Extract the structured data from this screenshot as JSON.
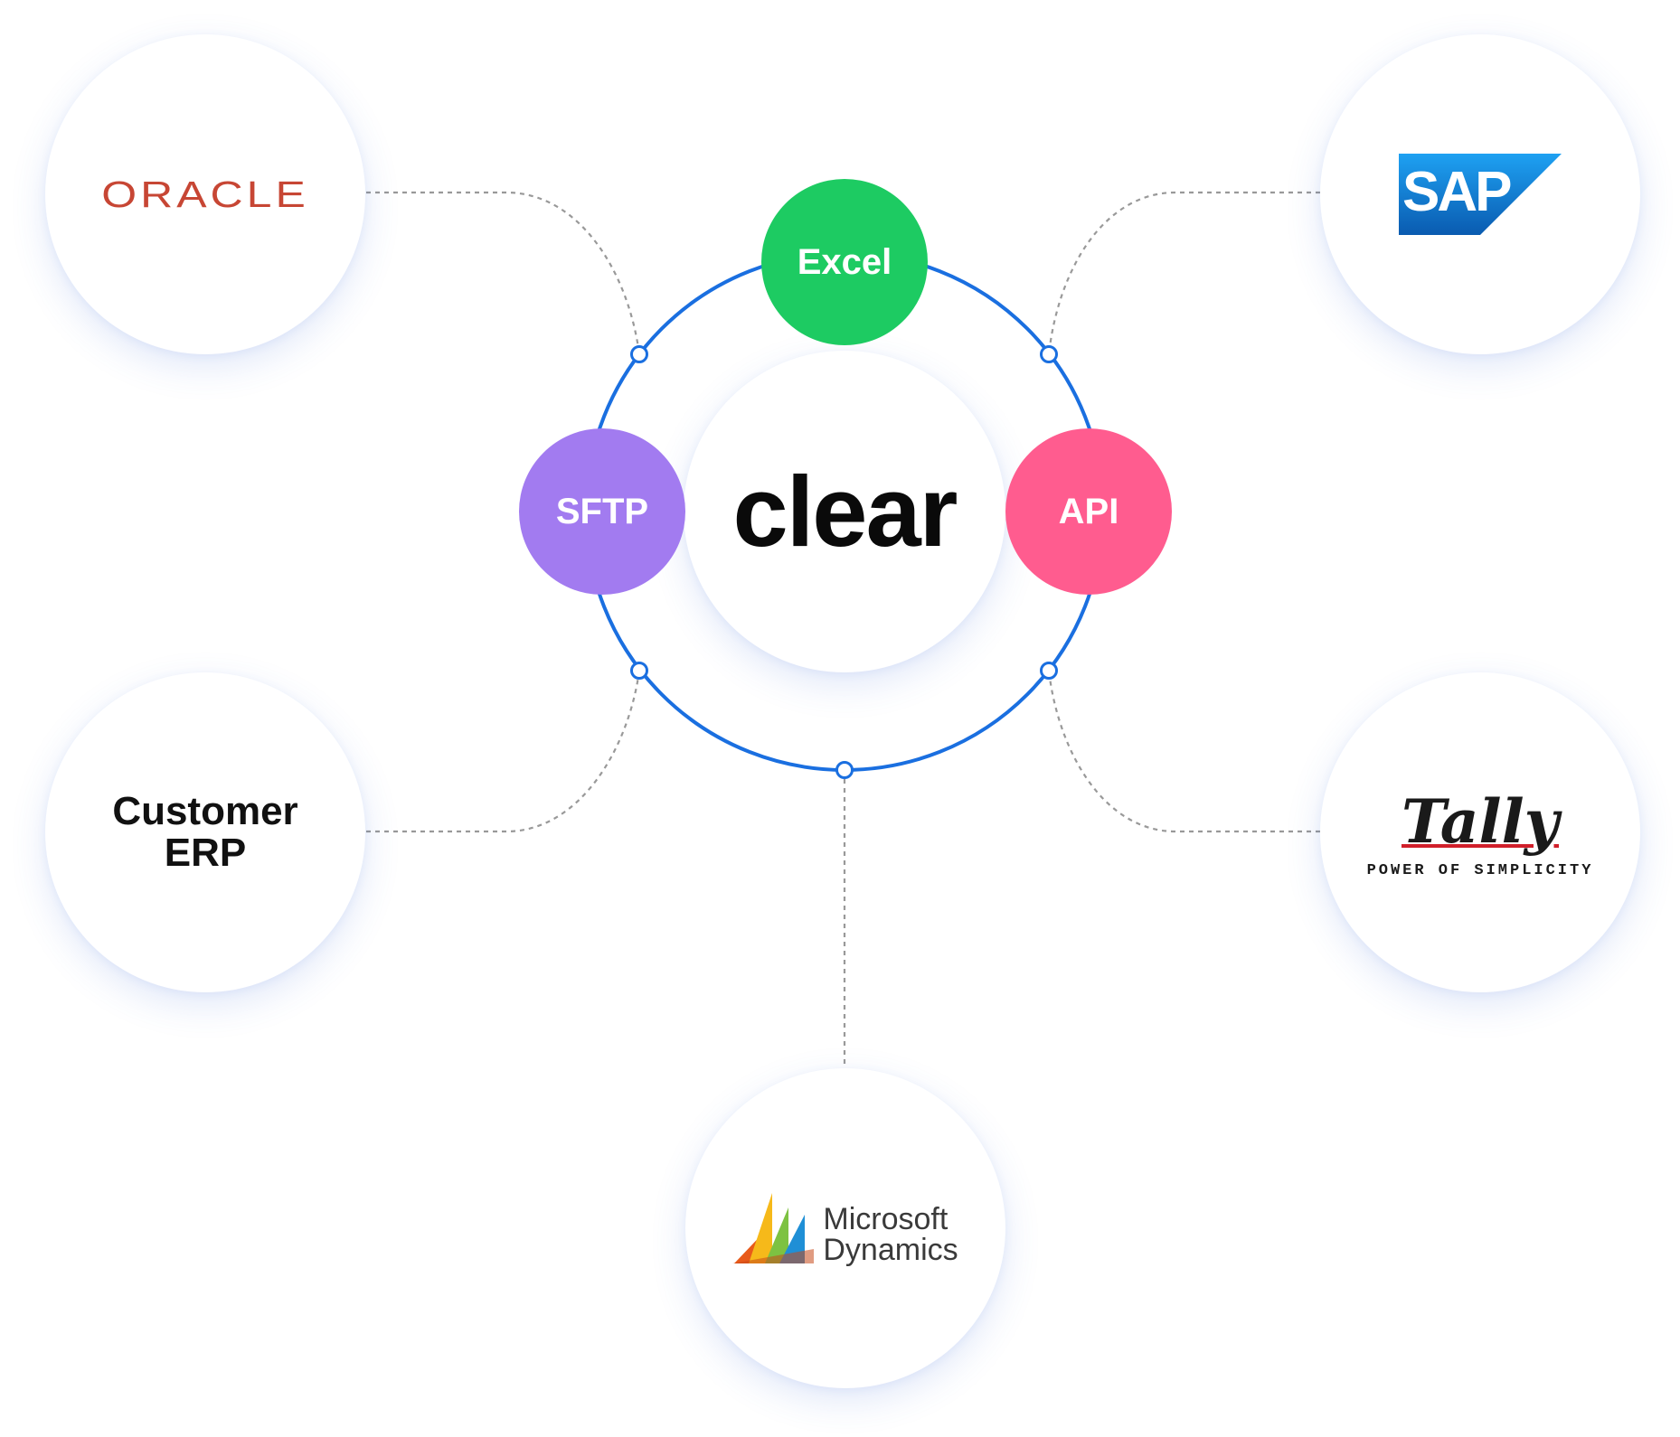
{
  "center": {
    "label": "clear"
  },
  "methods": {
    "excel": {
      "label": "Excel",
      "color": "#1dcb62"
    },
    "sftp": {
      "label": "SFTP",
      "color": "#a27bf0"
    },
    "api": {
      "label": "API",
      "color": "#ff5c8f"
    }
  },
  "ring": {
    "color": "#1a6fe0"
  },
  "connector": {
    "color": "#999999"
  },
  "integrations": {
    "oracle": {
      "label": "ORACLE",
      "color": "#c74634"
    },
    "sap": {
      "label": "SAP",
      "color": "#0a6ed1"
    },
    "customer_erp": {
      "line1": "Customer",
      "line2": "ERP"
    },
    "tally": {
      "label": "Tally",
      "tagline": "POWER OF SIMPLICITY"
    },
    "microsoft_dynamics": {
      "line1": "Microsoft",
      "line2": "Dynamics"
    }
  }
}
